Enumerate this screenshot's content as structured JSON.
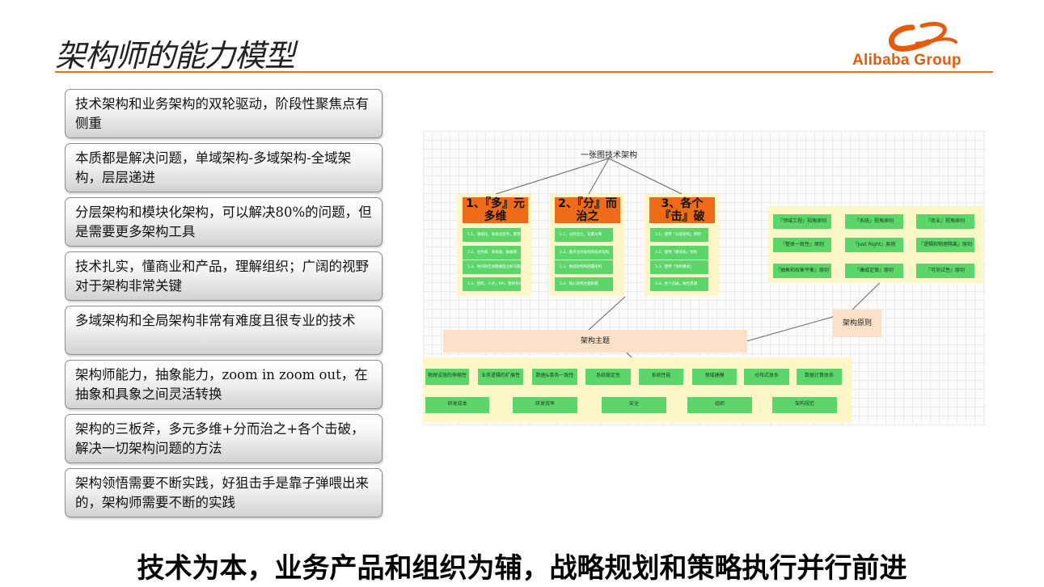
{
  "header": {
    "title": "架构师的能力模型",
    "logo_text": "Alibaba Group"
  },
  "colors": {
    "accent": "#e1701d",
    "logo": "#e55b0a",
    "pillar_header": "#f06b17",
    "item_green": "#5cd66a",
    "panel_yellow": "#fdf7c8",
    "peach": "#fbe0c9"
  },
  "cards": [
    "技术架构和业务架构的双轮驱动，阶段性聚焦点有侧重",
    "本质都是解决问题，单域架构-多域架构-全域架构，层层递进",
    "分层架构和模块化架构，可以解决80%的问题，但是需要更多架构工具",
    "技术扎实，懂商业和产品，理解组织；广阔的视野对于架构非常关键",
    "多域架构和全局架构非常有难度且很专业的技术",
    "架构师能力，抽象能力，zoom in zoom out，在抽象和具象之间灵活转换",
    "架构的三板斧，多元多维+分而治之+各个击破，解决一切架构问题的方法",
    "架构领悟需要不断实践，好狙击手是靠子弹喂出来的，架构师需要不断的实践"
  ],
  "diagram": {
    "title": "一张图技术架构",
    "pillars": [
      {
        "title": "1、『多』元多维",
        "items": [
          "1.1、领域化，系统化思考，重塑",
          "1.2、业务域，系统域，数据域",
          "1.3、时间和空间两维度分析问题",
          "1.4、组织，人才，KPI，整体布局"
        ]
      },
      {
        "title": "2、『分』而治之",
        "items": [
          "2.1、分而治之，化繁为简",
          "2.2、重点业务架构和技术架构",
          "2.3、数据架构和部署架构",
          "2.4、核心架构主题拆解"
        ]
      },
      {
        "title": "3、各个『击』破",
        "items": [
          "3.1、使用『分层架构』原则",
          "3.2、使用『模块化』架构",
          "3.3、使用『架构模式』",
          "3.4、各个击破，融合贯通"
        ]
      }
    ],
    "principles": [
      "『领域工程』视角原则",
      "『系统』视角原则",
      "『商业』视角原则",
      "『整体一致性』原则",
      "『Just Right』原则",
      "『逻辑和物理隔离』原则",
      "『抽象和权衡平衡』原则",
      "『康威定律』原则",
      "『可测试性』原则"
    ],
    "principles_label": "架构原则",
    "themes_label": "架构主题",
    "themes_row1": [
      "物理设施的伸缩性",
      "业务逻辑的扩展性",
      "数据&事务一致性",
      "系统稳定性",
      "系统性能",
      "领域建模",
      "分布式体系",
      "数据计算体系"
    ],
    "themes_row2": [
      "研发成本",
      "研发效率",
      "安全",
      "组织",
      "架构规范"
    ]
  },
  "slogan": "技术为本，业务产品和组织为辅，战略规划和策略执行并行前进"
}
